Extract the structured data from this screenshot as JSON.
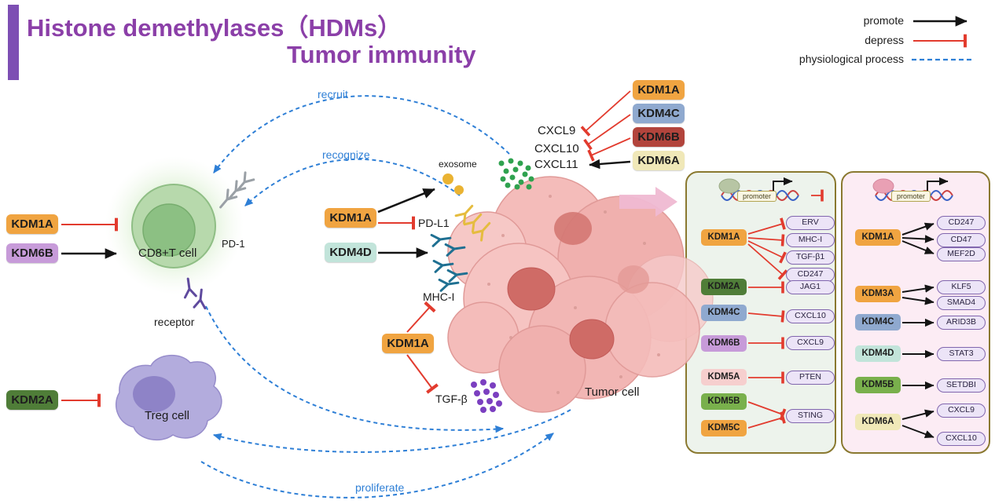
{
  "title": {
    "line1": "Histone demethylases（HDMs）",
    "line2": "Tumor immunity"
  },
  "legend": [
    {
      "label": "promote",
      "style": "black-arrow"
    },
    {
      "label": "depress",
      "style": "red-tbar"
    },
    {
      "label": "physiological process",
      "style": "blue-dashed"
    }
  ],
  "palette": {
    "title_purple": "#8b3fa8",
    "accent_bar": "#7d4fb3",
    "promote_black": "#141414",
    "depress_red": "#e23b2e",
    "process_blue": "#2e7fd6",
    "kdm_orange": "#f0a441",
    "kdm_light_purple": "#c79bd9",
    "kdm_dark_green": "#4f7d38",
    "kdm_blue": "#8fa9cf",
    "kdm_dark_red": "#b2443c",
    "kdm_pale_yellow": "#f0e8b8",
    "kdm_teal": "#c2e4da",
    "kdm_pink": "#f6cfce",
    "kdm_green": "#79b04c",
    "target_pill_bg": "#ece4f7",
    "target_pill_border": "#8166ae",
    "panel_repress_bg": "#edf3ec",
    "panel_promote_bg": "#fcecf4",
    "panel_border": "#8a7930",
    "tumor_pink": "#f2b6b4",
    "cd8_green": "#b7d9ac",
    "treg_purple": "#b3acdd"
  },
  "cells": {
    "cd8_label": "CD8+T cell",
    "treg_label": "Treg cell",
    "tumor_label": "Tumor cell"
  },
  "molecule_labels": {
    "pd1": "PD-1",
    "receptor": "receptor",
    "exosome": "exosome",
    "pdl1": "PD-L1",
    "mhc1": "MHC-I",
    "tgfb": "TGF-β",
    "cxcl9": "CXCL9",
    "cxcl10": "CXCL10",
    "cxcl11": "CXCL11"
  },
  "process_labels": {
    "recruit": "recruit",
    "recognize": "recognize",
    "proliferate": "proliferate"
  },
  "cd8_regulators": [
    {
      "kdm": "KDM1A",
      "effect": "depress"
    },
    {
      "kdm": "KDM6B",
      "effect": "promote"
    }
  ],
  "treg_regulators": [
    {
      "kdm": "KDM2A",
      "effect": "depress"
    }
  ],
  "tumor_surface_regulators": [
    {
      "kdm": "KDM1A",
      "promotes": "exosome",
      "depresses": "PD-L1"
    },
    {
      "kdm": "KDM4D",
      "promotes": "MHC-I"
    },
    {
      "kdm": "KDM1A",
      "depresses": "MHC-I",
      "also_depresses": "TGF-β"
    }
  ],
  "chemokine_regulators": [
    {
      "kdm": "KDM1A",
      "effect": "depress"
    },
    {
      "kdm": "KDM4C",
      "effect": "depress"
    },
    {
      "kdm": "KDM6B",
      "effect": "depress"
    },
    {
      "kdm": "KDM6A",
      "effect": "promote"
    }
  ],
  "repress_panel": {
    "promoter_label": "promoter",
    "entries": [
      {
        "kdm": "KDM1A",
        "targets": [
          "ERV",
          "MHC-I",
          "TGF-β1",
          "CD247"
        ]
      },
      {
        "kdm": "KDM2A",
        "targets": [
          "JAG1"
        ]
      },
      {
        "kdm": "KDM4C",
        "targets": [
          "CXCL10"
        ]
      },
      {
        "kdm": "KDM6B",
        "targets": [
          "CXCL9"
        ]
      },
      {
        "kdm": "KDM5A",
        "targets": [
          "PTEN"
        ]
      },
      {
        "kdm": "KDM5B",
        "targets": [
          "STING"
        ]
      },
      {
        "kdm": "KDM5C",
        "targets": [
          "STING"
        ]
      }
    ]
  },
  "promote_panel": {
    "promoter_label": "promoter",
    "entries": [
      {
        "kdm": "KDM1A",
        "targets": [
          "CD247",
          "CD47",
          "MEF2D"
        ]
      },
      {
        "kdm": "KDM3A",
        "targets": [
          "KLF5",
          "SMAD4"
        ]
      },
      {
        "kdm": "KDM4C",
        "targets": [
          "ARID3B"
        ]
      },
      {
        "kdm": "KDM4D",
        "targets": [
          "STAT3"
        ]
      },
      {
        "kdm": "KDM5B",
        "targets": [
          "SETDBI"
        ]
      },
      {
        "kdm": "KDM6A",
        "targets": [
          "CXCL9",
          "CXCL10"
        ]
      }
    ]
  }
}
